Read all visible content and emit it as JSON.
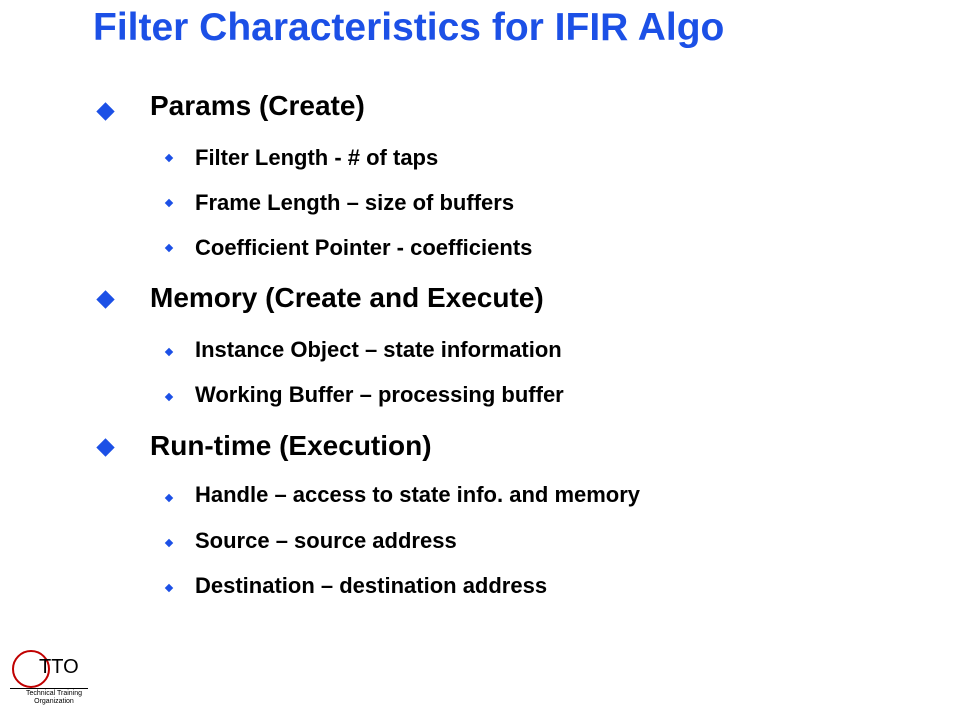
{
  "slide": {
    "title": "Filter Characteristics for IFIR Algo",
    "sections": [
      {
        "heading": "Params (Create)",
        "items": [
          "Filter Length - # of taps",
          "Frame Length – size of buffers",
          "Coefficient Pointer - coefficients"
        ]
      },
      {
        "heading": "Memory (Create and Execute)",
        "items": [
          "Instance Object – state information",
          "Working Buffer – processing buffer"
        ]
      },
      {
        "heading": "Run-time (Execution)",
        "items": [
          "Handle – access to state info.  and memory",
          "Source – source address",
          "Destination – destination address"
        ]
      }
    ]
  },
  "logo": {
    "letters": "TTO",
    "subtitle_line1": "Technical Training",
    "subtitle_line2": "Organization"
  },
  "colors": {
    "title": "#1c50e6",
    "bullet": "#1c50e6",
    "logo_ring": "#c00000",
    "text": "#000000"
  }
}
